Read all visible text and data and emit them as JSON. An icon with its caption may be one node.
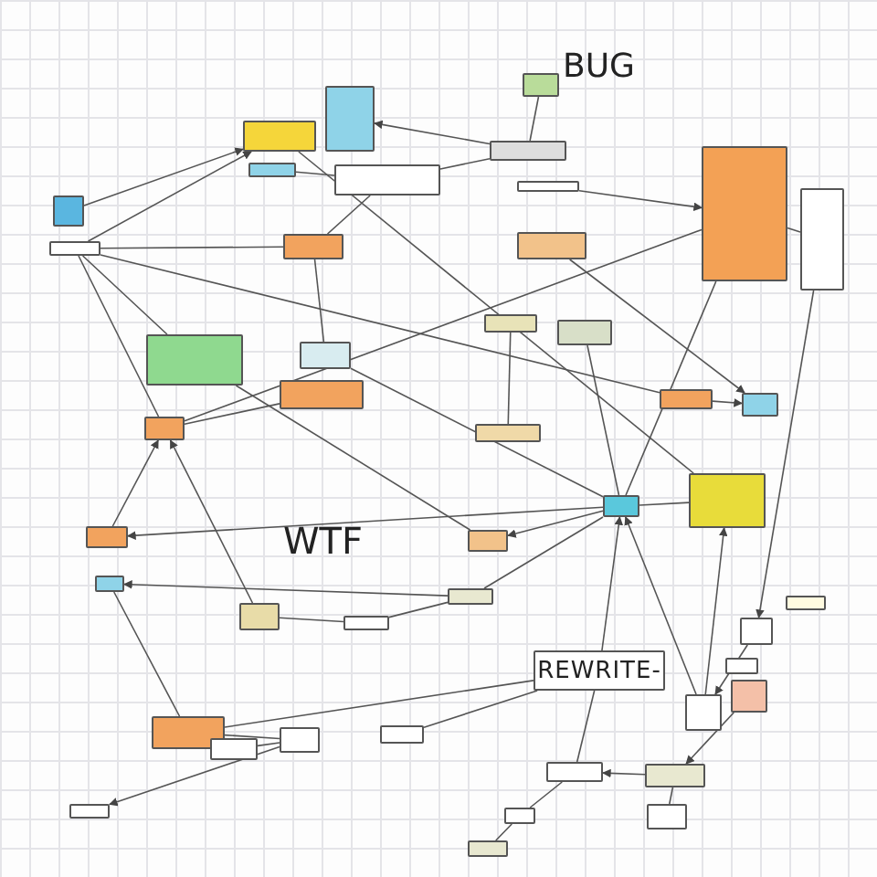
{
  "diagram": {
    "nodes": [
      {
        "text": [],
        "shape": "box"
      },
      {
        "text": [],
        "shape": "box"
      },
      {
        "text": [],
        "shape": "box"
      },
      {
        "text": [],
        "shape": "box"
      },
      {
        "text": [],
        "shape": "box"
      },
      {
        "text": [],
        "shape": "box"
      },
      {
        "text": [],
        "shape": "box"
      },
      {
        "text": [],
        "shape": "box"
      },
      {
        "text": [],
        "shape": "box"
      },
      {
        "text": [],
        "shape": "box"
      },
      {
        "text": [],
        "shape": "box"
      },
      {
        "text": [],
        "shape": "box"
      },
      {
        "text": [],
        "shape": "box"
      },
      {
        "text": [],
        "shape": "box"
      },
      {
        "text": [],
        "shape": "box"
      },
      {
        "text": [],
        "shape": "box"
      },
      {
        "text": [],
        "shape": "box"
      },
      {
        "text": [],
        "shape": "box"
      },
      {
        "text": [],
        "shape": "box"
      },
      {
        "text": [],
        "shape": "box"
      },
      {
        "text": [],
        "shape": "box"
      },
      {
        "text": [],
        "shape": "box"
      },
      {
        "text": [],
        "shape": "box"
      },
      {
        "text": [],
        "shape": "box"
      },
      {
        "text": [],
        "shape": "box"
      },
      {
        "text": [],
        "shape": "box"
      },
      {
        "text": [],
        "shape": "box"
      },
      {
        "text": [],
        "shape": "box"
      },
      {
        "text": [],
        "shape": "box"
      },
      {
        "text": [],
        "shape": "box"
      },
      {
        "text": [
          "REWRITE-"
        ]
      },
      {
        "text": [],
        "shape": "box"
      },
      {
        "text": [],
        "shape": "box"
      },
      {
        "text": [],
        "shape": "box"
      },
      {
        "text": [],
        "shape": "box"
      },
      {
        "text": [],
        "shape": "box"
      },
      {
        "text": [],
        "shape": "box"
      },
      {
        "text": [],
        "shape": "box"
      },
      {
        "text": [],
        "shape": "box"
      },
      {
        "text": [],
        "shape": "box"
      },
      {
        "text": [],
        "shape": "box"
      },
      {
        "text": [],
        "shape": "box"
      },
      {
        "text": [],
        "shape": "box"
      },
      {
        "text": [],
        "shape": "box"
      },
      {
        "text": [],
        "shape": "box"
      },
      {
        "text": [],
        "shape": "box"
      }
    ],
    "edges": [
      {
        "from": 7,
        "to": 0,
        "arrow": "to"
      },
      {
        "from": 6,
        "to": 0,
        "arrow": "to"
      },
      {
        "from": 4,
        "to": 1,
        "arrow": "to"
      },
      {
        "from": 3,
        "to": 4,
        "arrow": "none"
      },
      {
        "from": 4,
        "to": 5,
        "arrow": "none"
      },
      {
        "from": 5,
        "to": 8,
        "arrow": "none"
      },
      {
        "from": 11,
        "to": 12,
        "arrow": "none"
      },
      {
        "from": 9,
        "to": 11,
        "arrow": "to"
      },
      {
        "from": 7,
        "to": 13,
        "arrow": "none"
      },
      {
        "from": 7,
        "to": 8,
        "arrow": "none"
      },
      {
        "from": 7,
        "to": 18,
        "arrow": "none"
      },
      {
        "from": 14,
        "to": 22,
        "arrow": "none"
      },
      {
        "from": 7,
        "to": 20,
        "arrow": "none"
      },
      {
        "from": 8,
        "to": 14,
        "arrow": "none"
      },
      {
        "from": 10,
        "to": 19,
        "arrow": "to"
      },
      {
        "from": 11,
        "to": 22,
        "arrow": "none"
      },
      {
        "from": 11,
        "to": 20,
        "arrow": "none"
      },
      {
        "from": 18,
        "to": 19,
        "arrow": "to"
      },
      {
        "from": 16,
        "to": 21,
        "arrow": "none"
      },
      {
        "from": 17,
        "to": 22,
        "arrow": "none"
      },
      {
        "from": 20,
        "to": 15,
        "arrow": "none"
      },
      {
        "from": 24,
        "to": 20,
        "arrow": "to"
      },
      {
        "from": 27,
        "to": 20,
        "arrow": "to"
      },
      {
        "from": 22,
        "to": 24,
        "arrow": "to"
      },
      {
        "from": 22,
        "to": 26,
        "arrow": "to"
      },
      {
        "from": 22,
        "to": 29,
        "arrow": "none"
      },
      {
        "from": 22,
        "to": 23,
        "arrow": "none"
      },
      {
        "from": 29,
        "to": 25,
        "arrow": "to"
      },
      {
        "from": 25,
        "to": 35,
        "arrow": "none"
      },
      {
        "from": 28,
        "to": 27,
        "arrow": "none"
      },
      {
        "from": 29,
        "to": 28,
        "arrow": "none"
      },
      {
        "from": 30,
        "to": 22,
        "arrow": "to"
      },
      {
        "from": 30,
        "to": 35,
        "arrow": "none"
      },
      {
        "from": 30,
        "to": 39,
        "arrow": "none"
      },
      {
        "from": 38,
        "to": 23,
        "arrow": "to"
      },
      {
        "from": 38,
        "to": 22,
        "arrow": "to"
      },
      {
        "from": 12,
        "to": 32,
        "arrow": "to"
      },
      {
        "from": 32,
        "to": 38,
        "arrow": "to"
      },
      {
        "from": 34,
        "to": 42,
        "arrow": "to"
      },
      {
        "from": 42,
        "to": 39,
        "arrow": "to"
      },
      {
        "from": 39,
        "to": 43,
        "arrow": "none"
      },
      {
        "from": 42,
        "to": 44,
        "arrow": "none"
      },
      {
        "from": 43,
        "to": 45,
        "arrow": "none"
      },
      {
        "from": 36,
        "to": 40,
        "arrow": "to"
      },
      {
        "from": 36,
        "to": 37,
        "arrow": "none"
      },
      {
        "from": 35,
        "to": 36,
        "arrow": "none"
      },
      {
        "from": 41,
        "to": 30,
        "arrow": "none"
      },
      {
        "from": 13,
        "to": 26,
        "arrow": "none"
      },
      {
        "from": 0,
        "to": 23,
        "arrow": "none"
      },
      {
        "from": 2,
        "to": 5,
        "arrow": "none"
      }
    ],
    "labels": [
      "BUG",
      "WTF"
    ]
  }
}
